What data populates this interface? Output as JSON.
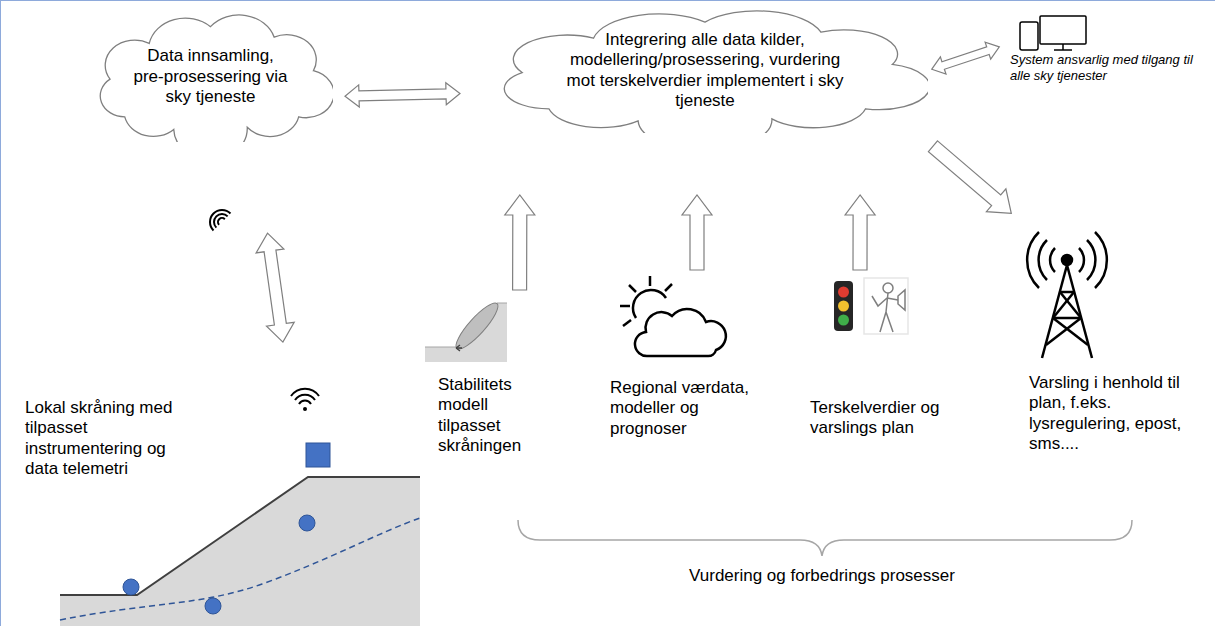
{
  "diagram": {
    "nodes": [
      {
        "text": [
          "Data innsamling, pre-prosessering via sky tjeneste"
        ]
      },
      {
        "text": [
          "Integrering alle data kilder, modellering/prosessering, vurdering mot terskelverdier implementert i sky tjeneste"
        ]
      },
      {
        "text": [
          "System ansvarlig med tilgang til alle sky tjenester"
        ]
      },
      {
        "text": [
          "Lokal skråning med tilpasset instrumentering og data telemetri"
        ]
      },
      {
        "text": [
          "Stabilitets modell tilpasset skråningen"
        ]
      },
      {
        "text": [
          "Regional værdata, modeller og prognoser"
        ]
      },
      {
        "text": [
          "Terskelverdier og varslings plan"
        ]
      },
      {
        "text": [
          "Varsling i henhold til plan, f.eks. lysregulering, epost, sms...."
        ]
      }
    ],
    "edges": [
      {
        "from": 0,
        "to": 1,
        "arrow": "both"
      },
      {
        "from": 0,
        "to": 3,
        "arrow": "both"
      },
      {
        "from": 4,
        "to": 1,
        "arrow": "to"
      },
      {
        "from": 5,
        "to": 1,
        "arrow": "to"
      },
      {
        "from": 6,
        "to": 1,
        "arrow": "to"
      },
      {
        "from": 1,
        "to": 7,
        "arrow": "to"
      },
      {
        "from": 1,
        "to": 2,
        "arrow": "both"
      }
    ],
    "labels": [
      "Vurdering og forbedrings prosesser"
    ]
  }
}
